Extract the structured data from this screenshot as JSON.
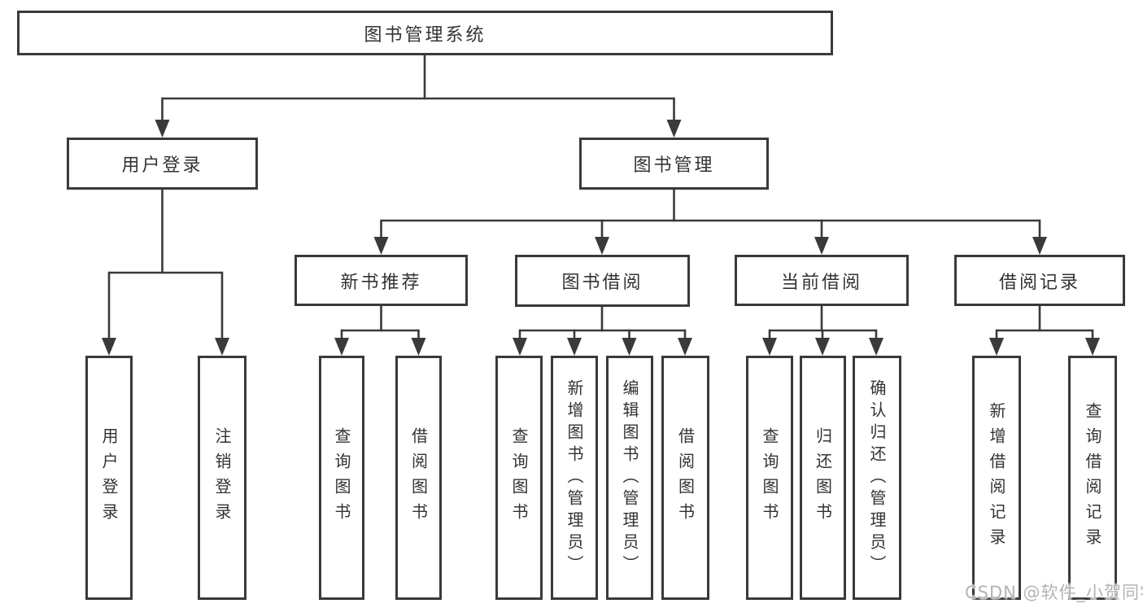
{
  "diagram": {
    "title": "图书管理系统",
    "tree": {
      "label": "图书管理系统",
      "children": [
        {
          "label": "用户登录",
          "children": [
            {
              "label": "用户登录"
            },
            {
              "label": "注销登录"
            }
          ]
        },
        {
          "label": "图书管理",
          "children": [
            {
              "label": "新书推荐",
              "children": [
                {
                  "label": "查询图书"
                },
                {
                  "label": "借阅图书"
                }
              ]
            },
            {
              "label": "图书借阅",
              "children": [
                {
                  "label": "查询图书"
                },
                {
                  "label": "新增图书（管理员）"
                },
                {
                  "label": "编辑图书（管理员）"
                },
                {
                  "label": "借阅图书"
                }
              ]
            },
            {
              "label": "当前借阅",
              "children": [
                {
                  "label": "查询图书"
                },
                {
                  "label": "归还图书"
                },
                {
                  "label": "确认归还（管理员）"
                }
              ]
            },
            {
              "label": "借阅记录",
              "children": [
                {
                  "label": "新增借阅记录"
                },
                {
                  "label": "查询借阅记录"
                }
              ]
            }
          ]
        }
      ]
    }
  },
  "watermark": {
    "text": "CSDN @软件_小贺同学"
  },
  "colors": {
    "line": "#3a3a3a",
    "box_border": "#3a3a3a",
    "text": "#333333",
    "background": "#ffffff",
    "watermark": "#b3b3b3"
  }
}
